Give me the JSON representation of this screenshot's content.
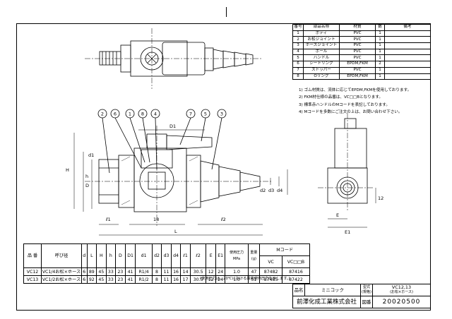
{
  "parts_table": {
    "headers": [
      "番号",
      "部品名称",
      "材質",
      "数",
      "備考"
    ],
    "rows": [
      [
        "1",
        "ボディ",
        "PVC",
        "1",
        ""
      ],
      [
        "2",
        "お松ジョイント",
        "PVC",
        "1",
        ""
      ],
      [
        "3",
        "ホースジョイント",
        "PVC",
        "1",
        ""
      ],
      [
        "4",
        "ボール",
        "PVC",
        "1",
        ""
      ],
      [
        "5",
        "ハンドル",
        "PVC",
        "1",
        ""
      ],
      [
        "6",
        "シートリング",
        "EPDM,FKM",
        "2",
        ""
      ],
      [
        "7",
        "ストッパー",
        "PVC",
        "1",
        ""
      ],
      [
        "8",
        "Oリング",
        "EPDM,FKM",
        "1",
        ""
      ]
    ]
  },
  "notes": [
    "1) ゴム材質は、流体に応じてEPDM,FKMを使用しております。",
    "2) FKM材仕様の品番は、VC□□Bとなります。",
    "3) 標準赤ハンドルのMコードを表記しております。",
    "4) Mコードを多数にご注文の上は、お問い合わせ下さい。"
  ],
  "drawing": {
    "callouts": [
      "2",
      "6",
      "1",
      "8",
      "4",
      "7",
      "5",
      "3"
    ],
    "dim_labels": {
      "D1": "D1",
      "H": "H",
      "h": "h",
      "d1": "d1",
      "D": "D",
      "d2": "d2",
      "d3": "d3",
      "d4": "d4",
      "l1": "ℓ1",
      "l2": "ℓ2",
      "eighteen": "18",
      "L": "L",
      "E": "E",
      "E1": "E1",
      "twelve": "12"
    }
  },
  "dim_table": {
    "headers": [
      "品 番",
      "呼び径",
      "d",
      "L",
      "H",
      "h",
      "D",
      "D1",
      "d1",
      "d2",
      "d3",
      "d4",
      "ℓ1",
      "ℓ2",
      "E",
      "E1",
      "使用圧力\nMPa",
      "重量\n(g)"
    ],
    "mcode_header": "Mコード",
    "mcode_sub": [
      "VC",
      "VC□□B"
    ],
    "rows": [
      [
        "VC12",
        "VC1/4お松×ホース",
        "6",
        "89",
        "45",
        "33",
        "23",
        "41",
        "R1/4",
        "8",
        "11",
        "16",
        "14",
        "30.5",
        "12",
        "24",
        "1.0",
        "47",
        "87482",
        "87416"
      ],
      [
        "VC13",
        "VC1/2お松×ホース",
        "6",
        "92",
        "45",
        "33",
        "23",
        "41",
        "R1/2",
        "8",
        "11",
        "16",
        "17",
        "30.5",
        "12",
        "24",
        "1.0",
        "51",
        "87485",
        "87422"
      ]
    ],
    "footnote": "(使用圧力は、20℃における最高使用圧力を示します。)"
  },
  "title_block": {
    "name_label": "品名",
    "name": "ミニコック",
    "model_label": "型式\n(規格)",
    "model": "VC12,13",
    "model_sub": "(お松×ホース)",
    "company": "前澤化成工業株式会社",
    "doc_label": "図番",
    "doc_no": "20020500"
  }
}
